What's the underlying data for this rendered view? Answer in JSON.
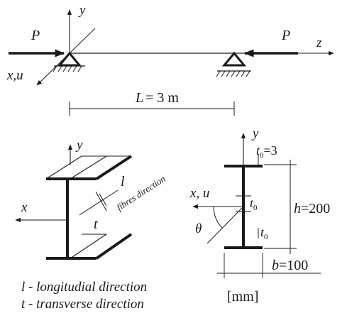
{
  "beam": {
    "load_left": "P",
    "load_right": "P",
    "axis_y": "y",
    "axis_z": "z",
    "axis_xu": "x,u",
    "length_var": "L",
    "length_value": "= 3 m"
  },
  "ibeam": {
    "axis_y": "y",
    "axis_x": "x",
    "longitudinal": "l",
    "transverse": "t",
    "fibres_label": "fibres direction"
  },
  "section": {
    "axis_y": "y",
    "axis_xu": "x,  u",
    "theta": "θ",
    "t0_top_sym": "t",
    "t0_top_sub": "0",
    "t0_top_val": "=3",
    "t0_web_sym": "t",
    "t0_web_sub": "0",
    "t0_bot_sym": "t",
    "t0_bot_sub": "0",
    "h_sym": "h",
    "h_val": "=200",
    "b_sym": "b",
    "b_val": "=100",
    "units": "[mm]"
  },
  "legend": {
    "line1": "l - longitudial direction",
    "line2": "t - transverse direction"
  },
  "colors": {
    "ink": "#1a1a1a"
  }
}
